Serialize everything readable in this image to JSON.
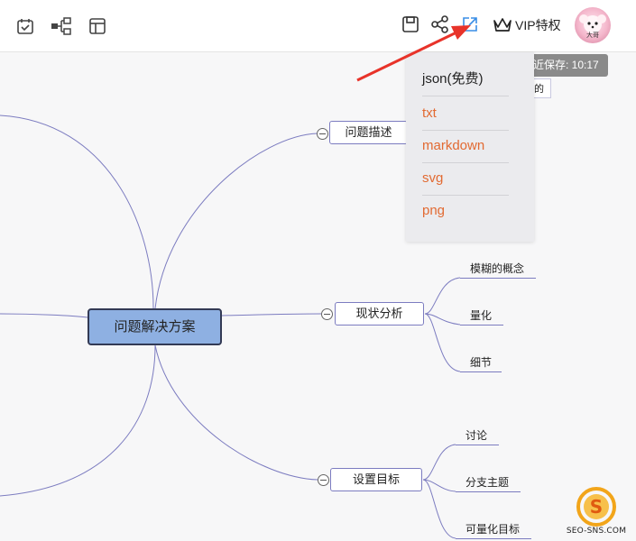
{
  "toolbar": {
    "left_icons": [
      "calendar-check-icon",
      "mindmap-structure-icon",
      "layout-icon"
    ],
    "right_icons": [
      "save-icon",
      "share-icon",
      "export-icon"
    ],
    "vip_label": "VIP特权",
    "avatar_caption": "大哥"
  },
  "save_status": "近保存: 10:17",
  "export_menu": {
    "items": [
      {
        "label": "json(免费)",
        "free": true
      },
      {
        "label": "txt"
      },
      {
        "label": "markdown"
      },
      {
        "label": "svg"
      },
      {
        "label": "png"
      }
    ],
    "partial_node_text": "的"
  },
  "mindmap": {
    "root": "问题解决方案",
    "branches": [
      {
        "label": "问题描述",
        "children": []
      },
      {
        "label": "现状分析",
        "children": [
          "模糊的概念",
          "量化",
          "细节"
        ]
      },
      {
        "label": "设置目标",
        "children": [
          "讨论",
          "分支主题",
          "可量化目标"
        ]
      }
    ]
  },
  "colors": {
    "accent_orange": "#e26a32",
    "line_purple": "#7c7cc0",
    "root_fill": "#8eb0e2",
    "annotation_arrow": "#e8332a"
  },
  "watermark": {
    "text": "SEO-SNS.COM"
  }
}
